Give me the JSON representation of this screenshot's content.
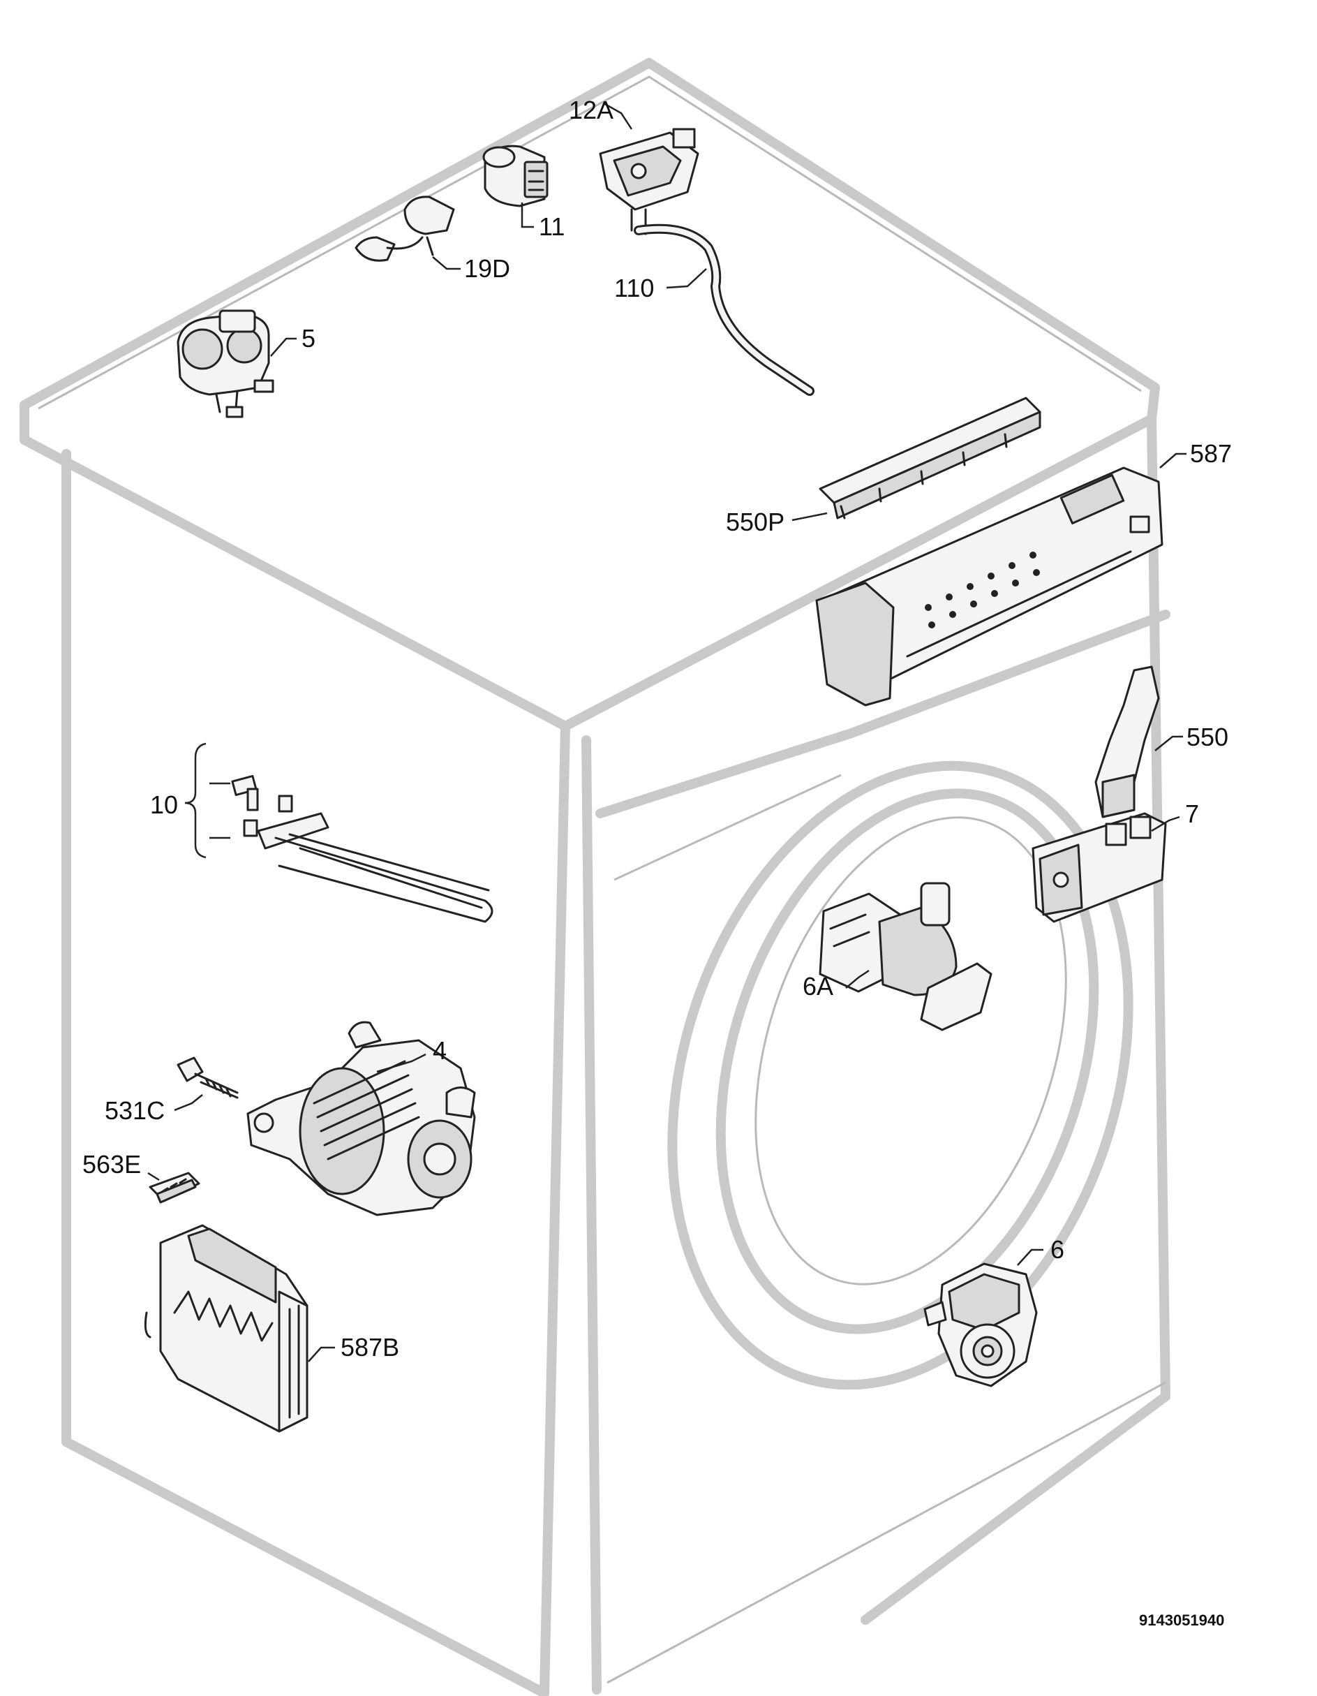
{
  "callouts": {
    "c12A": "12A",
    "c11": "11",
    "c19D": "19D",
    "c110": "110",
    "c5": "5",
    "c587": "587",
    "c550P": "550P",
    "c550": "550",
    "c7": "7",
    "c10": "10",
    "c6A": "6A",
    "c4": "4",
    "c531C": "531C",
    "c563E": "563E",
    "c6": "6",
    "c587B": "587B"
  },
  "diagram_code": "9143051940"
}
